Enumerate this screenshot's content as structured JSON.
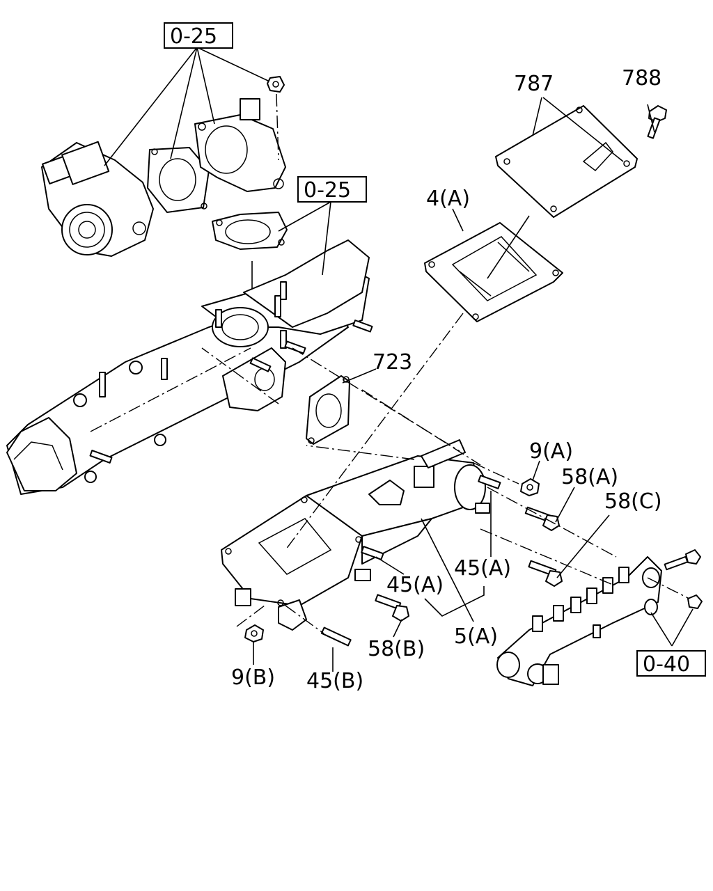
{
  "labels": {
    "ref_top": "0-25",
    "ref_mid": "0-25",
    "ref_rail": "0-40",
    "p787": "787",
    "p788": "788",
    "p4a": "4(A)",
    "p723": "723",
    "p9a": "9(A)",
    "p58a": "58(A)",
    "p58c": "58(C)",
    "p45a_left": "45(A)",
    "p45a_right": "45(A)",
    "p5a": "5(A)",
    "p58b": "58(B)",
    "p9b": "9(B)",
    "p45b": "45(B)"
  }
}
